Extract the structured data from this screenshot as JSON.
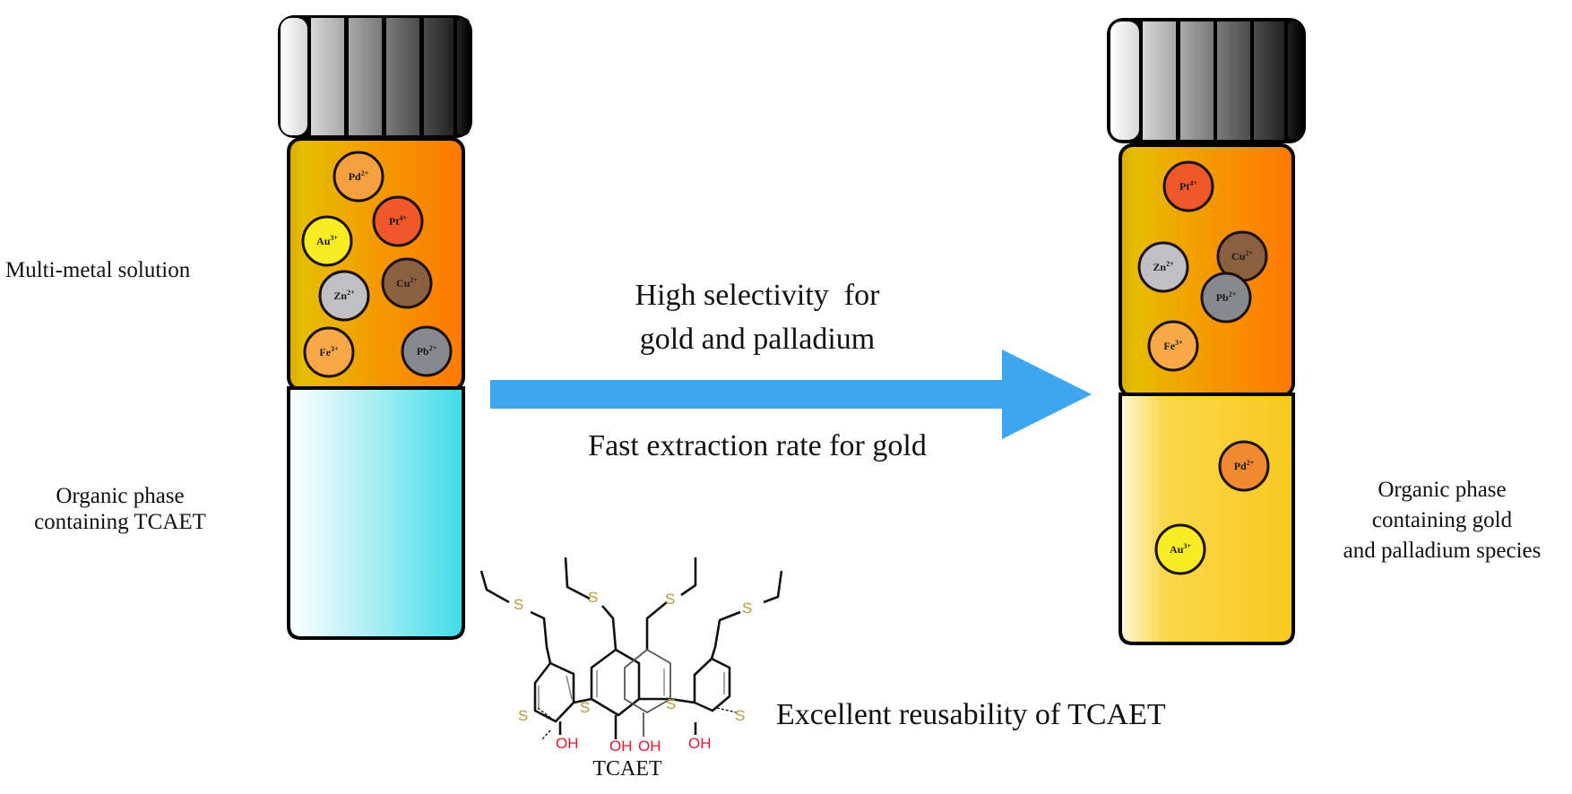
{
  "labels": {
    "multi_metal": "Multi-metal solution",
    "organic_left": [
      "Organic phase",
      "containing TCAET"
    ],
    "arrow_top": [
      "High selectivity  for",
      "gold and palladium"
    ],
    "arrow_bottom": "Fast extraction rate for gold",
    "organic_right": [
      "Organic phase",
      "containing gold",
      "and palladium species"
    ],
    "reusability": "Excellent reusability of TCAET",
    "molecule_name": "TCAET",
    "atom_s": "S",
    "atom_oh": "OH"
  },
  "colors": {
    "arrow": "#3ea5ef",
    "aqueous_top_from": "#e0b800",
    "aqueous_top_to": "#ff7a00",
    "organic_left_from": "#ffffff",
    "organic_left_to": "#3ddce8",
    "organic_right_from": "#fff4c8",
    "organic_right_to": "#f8cc22",
    "sulfur": "#b59a3a",
    "hydroxyl": "#e0182a"
  },
  "vials": [
    {
      "id": "left",
      "ions": [
        {
          "symbol": "Pd",
          "charge": "2+",
          "color": "#f7a040"
        },
        {
          "symbol": "Au",
          "charge": "3+",
          "color": "#f8ec22"
        },
        {
          "symbol": "Pt",
          "charge": "4+",
          "color": "#f0582c"
        },
        {
          "symbol": "Zn",
          "charge": "2+",
          "color": "#c0c0c4"
        },
        {
          "symbol": "Cu",
          "charge": "2+",
          "color": "#8a6040"
        },
        {
          "symbol": "Fe",
          "charge": "3+",
          "color": "#f8a848"
        },
        {
          "symbol": "Pb",
          "charge": "2+",
          "color": "#868a8e"
        }
      ]
    },
    {
      "id": "right",
      "ions": [
        {
          "symbol": "Pt",
          "charge": "4+",
          "color": "#f0582c"
        },
        {
          "symbol": "Cu",
          "charge": "2+",
          "color": "#8a6040"
        },
        {
          "symbol": "Zn",
          "charge": "2+",
          "color": "#c0c0c4"
        },
        {
          "symbol": "Pb",
          "charge": "2+",
          "color": "#868a8e"
        },
        {
          "symbol": "Fe",
          "charge": "3+",
          "color": "#f8a848"
        },
        {
          "symbol": "Pd",
          "charge": "2+",
          "color": "#ef8a30"
        },
        {
          "symbol": "Au",
          "charge": "3+",
          "color": "#f8ec22"
        }
      ]
    }
  ]
}
